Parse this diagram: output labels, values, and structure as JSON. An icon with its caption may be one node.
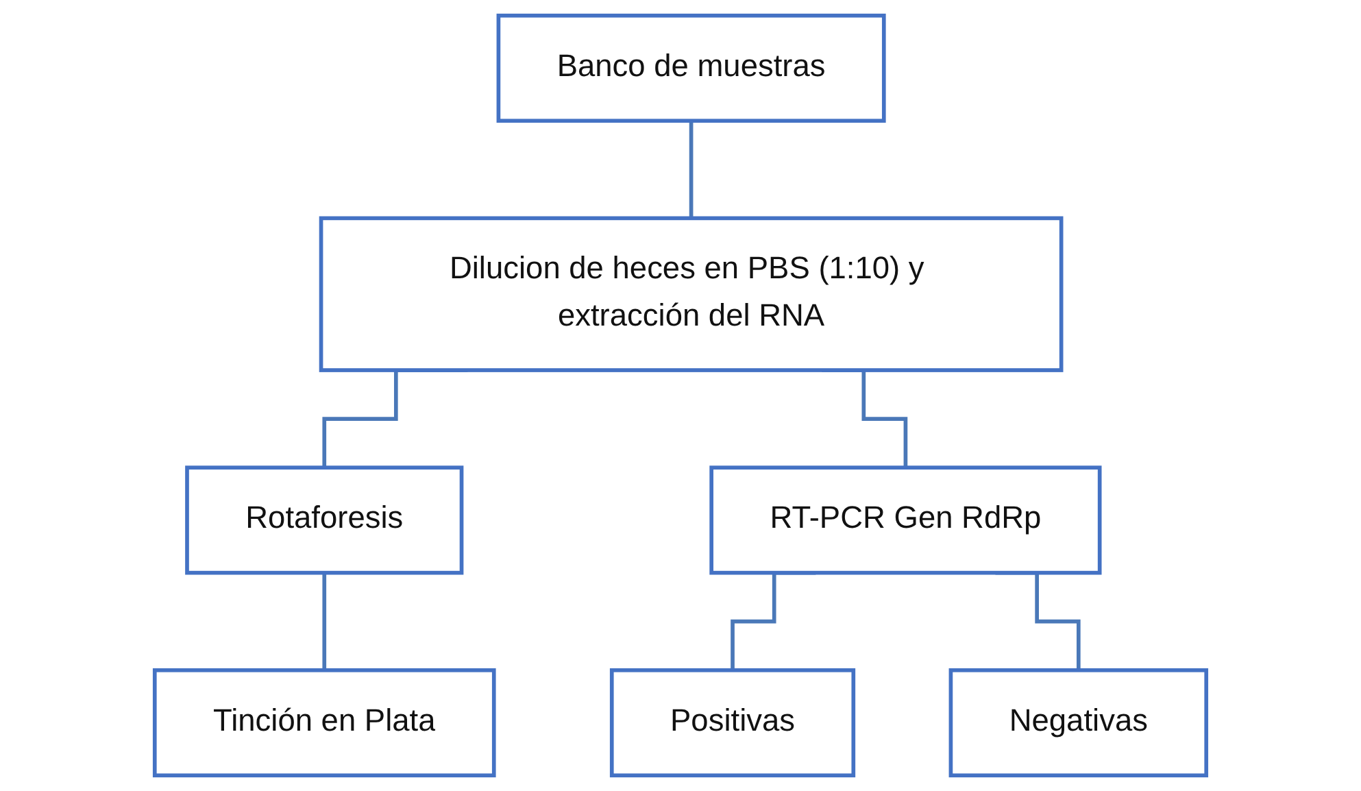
{
  "diagram": {
    "nodes": [
      {
        "text": [
          "Banco de muestras"
        ]
      },
      {
        "text": [
          "Dilucion de heces en PBS (1:10) y extracción del RNA"
        ]
      },
      {
        "text": [
          "Rotaforesis"
        ]
      },
      {
        "text": [
          "RT-PCR Gen RdRp"
        ]
      },
      {
        "text": [
          "Tinción en Plata"
        ]
      },
      {
        "text": [
          "Positivas"
        ]
      },
      {
        "text": [
          "Negativas"
        ]
      }
    ],
    "edges": [
      {
        "from": 0,
        "to": 1,
        "arrow": "none"
      },
      {
        "from": 1,
        "to": 2,
        "arrow": "none"
      },
      {
        "from": 1,
        "to": 3,
        "arrow": "none"
      },
      {
        "from": 2,
        "to": 4,
        "arrow": "none"
      },
      {
        "from": 3,
        "to": 5,
        "arrow": "none"
      },
      {
        "from": 3,
        "to": 6,
        "arrow": "none"
      }
    ]
  }
}
